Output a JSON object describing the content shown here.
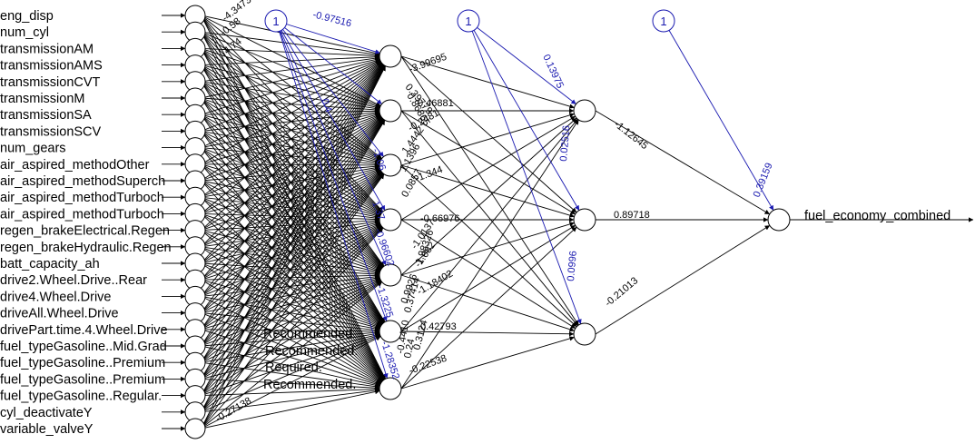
{
  "diagram": {
    "inputs": [
      "eng_disp",
      "num_cyl",
      "transmissionAM",
      "transmissionAMS",
      "transmissionCVT",
      "transmissionM",
      "transmissionSA",
      "transmissionSCV",
      "num_gears",
      "air_aspired_methodOther",
      "air_aspired_methodSuperch",
      "air_aspired_methodTurboch",
      "air_aspired_methodTurboch",
      "regen_brakeElectrical.Regen",
      "regen_brakeHydraulic.Regen",
      "batt_capacity_ah",
      "drive2.Wheel.Drive..Rear",
      "drive4.Wheel.Drive",
      "driveAll.Wheel.Drive",
      "drivePart.time.4.Wheel.Drive",
      "fuel_typeGasoline..Mid.Grad",
      "fuel_typeGasoline..Premium",
      "fuel_typeGasoline..Premium",
      "fuel_typeGasoline..Regular.",
      "cyl_deactivateY",
      "variable_valveY"
    ],
    "overlay_texts": [
      "Recommended.",
      "Recommended.",
      "Required.",
      "Recommended."
    ],
    "output_label": "fuel_economy_combined",
    "bias_label": "1",
    "input_weights_visible": [
      "-4.34739",
      "-0.58",
      "4.74"
    ],
    "input_weights_bottom": [
      "-0.27138"
    ],
    "bias1_weights": [
      "-0.97516",
      "0.4",
      "-1.06",
      "1.37",
      "-0.96602",
      "-1.3225",
      "-1.28352"
    ],
    "hidden1_to_hidden2": [
      [
        "-3.99695",
        "0.39779",
        "0.86865"
      ],
      [
        "0.46881",
        "-0.2481",
        "1.4442"
      ],
      [
        "-1.344",
        "0.0857",
        "1.1396"
      ],
      [
        "-0.66976",
        "-1.0137",
        "1.98326"
      ],
      [
        "-1.082",
        "-1.18402",
        "0.9926"
      ],
      [
        "0.42793",
        "0.37414",
        "-0.4410"
      ],
      [
        "-0.22538",
        "0.24",
        "0.3124"
      ]
    ],
    "bias2_weights": [
      "0.13975",
      "0.02516",
      "0.0996"
    ],
    "hidden2_to_output": [
      "-1.12645",
      "0.89718",
      "-0.21013"
    ],
    "bias3_weight": "0.39159"
  },
  "colors": {
    "weights": "#000000",
    "bias": "#1a1ab0"
  }
}
